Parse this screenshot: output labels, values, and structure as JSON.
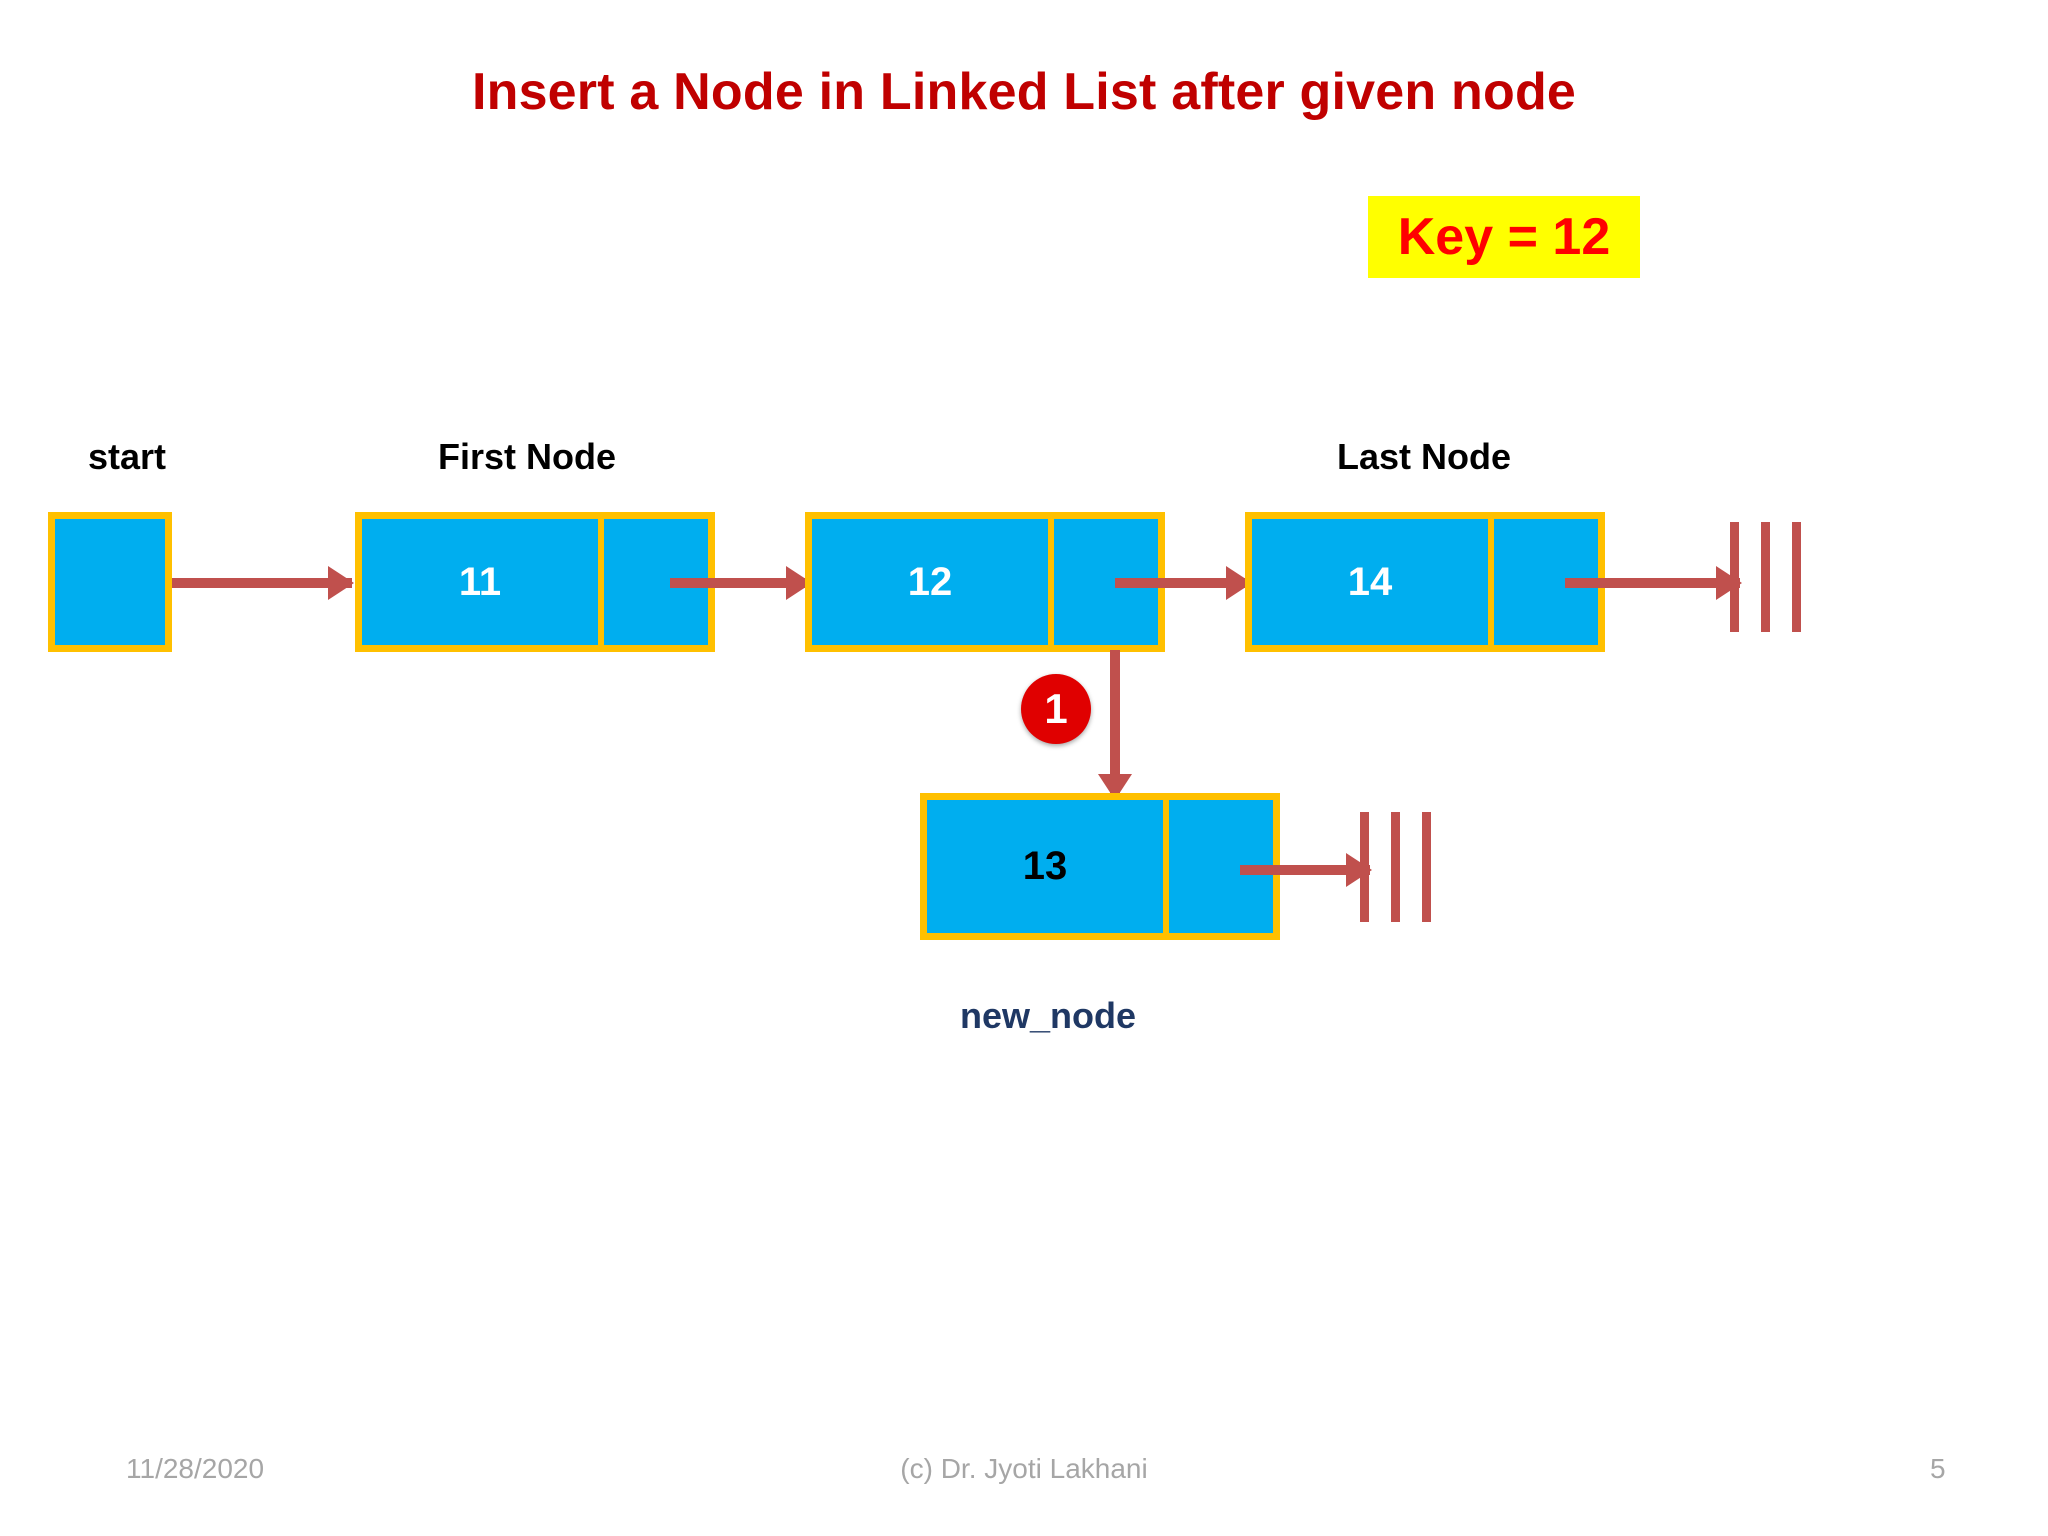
{
  "slide": {
    "title": "Insert a Node in Linked List after given node",
    "title_color": "#C00000",
    "background": "#FFFFFF"
  },
  "key_callout": {
    "text": "Key = 12",
    "background": "#FFFF00",
    "text_color": "#FF0000"
  },
  "labels": {
    "start": "start",
    "first_node": "First Node",
    "last_node": "Last Node",
    "new_node": "new_node",
    "new_node_color": "#1F3864"
  },
  "nodes": {
    "start_box": {
      "name": "start-pointer-box",
      "value": ""
    },
    "list": [
      {
        "id": "node-11",
        "data": "11",
        "data_color": "#FFFFFF"
      },
      {
        "id": "node-12",
        "data": "12",
        "data_color": "#FFFFFF"
      },
      {
        "id": "node-14",
        "data": "14",
        "data_color": "#FFFFFF"
      }
    ],
    "new_node": {
      "id": "node-new",
      "data": "13",
      "data_color": "#000000"
    }
  },
  "annotations": {
    "step_badges": [
      {
        "number": "1",
        "color": "#E00000",
        "meaning": "new_node link step"
      }
    ]
  },
  "colors": {
    "node_fill": "#00AEEF",
    "node_border": "#FFC000",
    "arrow": "#C0504D",
    "null_bar": "#C0504D"
  },
  "footer": {
    "date": "11/28/2020",
    "credit": "(c) Dr. Jyoti Lakhani",
    "page": "5"
  }
}
